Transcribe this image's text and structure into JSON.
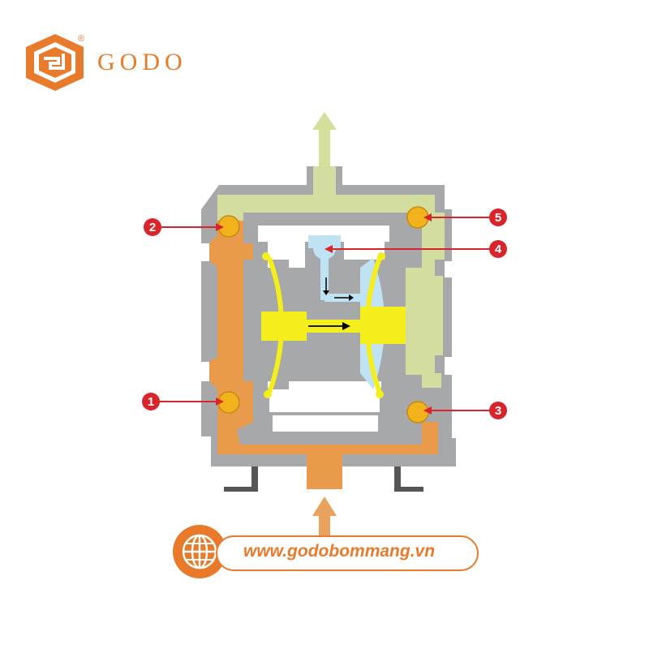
{
  "brand": {
    "name": "GODO",
    "registered_mark": "®",
    "logo_icon": "godo-cube-logo-icon"
  },
  "website": {
    "url": "www.godobommang.vn",
    "icon": "globe-icon"
  },
  "callouts": [
    {
      "label": "1"
    },
    {
      "label": "2"
    },
    {
      "label": "3"
    },
    {
      "label": "4"
    },
    {
      "label": "5"
    }
  ],
  "colors": {
    "brand_orange": "#e87a2c",
    "pump_body": "#a7a8aa",
    "discharge_green": "#d3dda0",
    "suction_orange": "#e99a4a",
    "air_blue": "#bfe3f2",
    "diaphragm_yellow": "#f4ee1d",
    "callout_red": "#d9242b",
    "ball_valve": "#f2b21c",
    "flow_arrow": "#e8a25d",
    "outlet_arrow": "#d6df99"
  }
}
